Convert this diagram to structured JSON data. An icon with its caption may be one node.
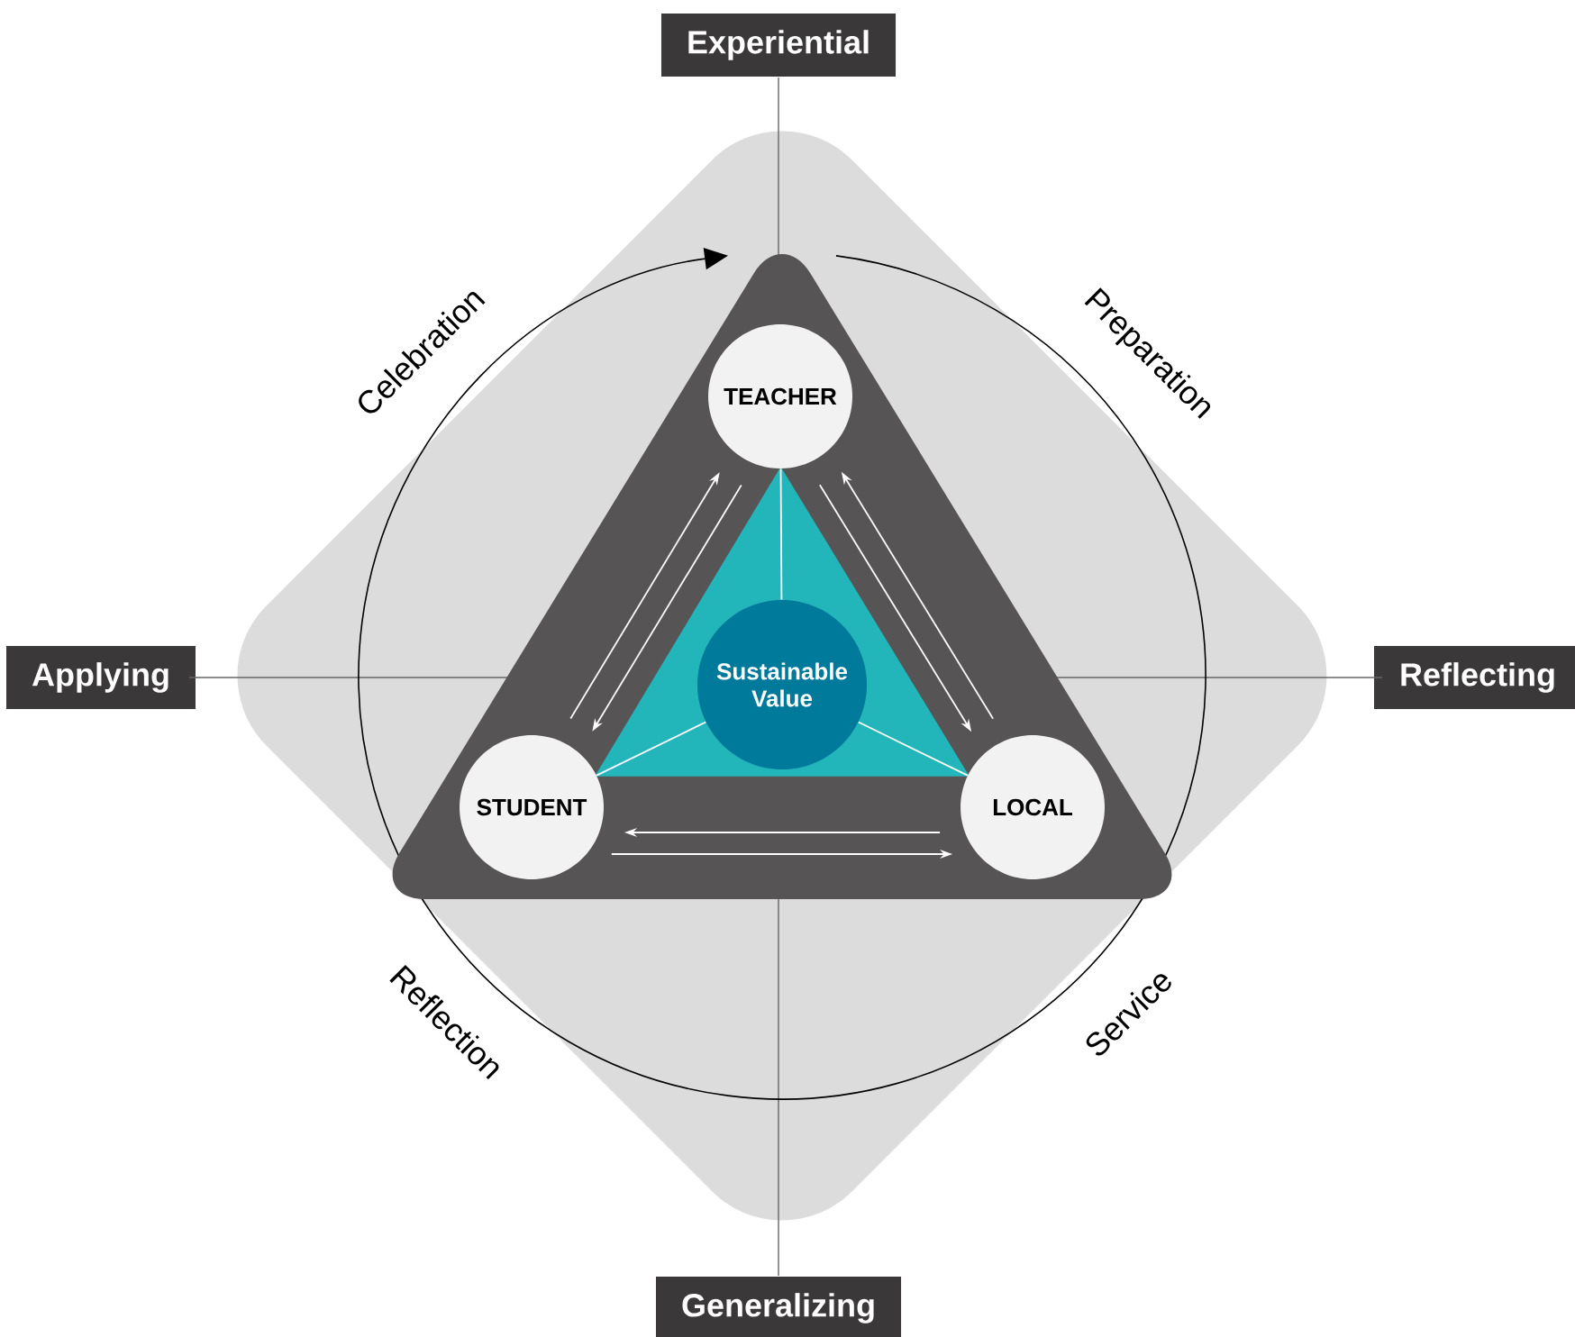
{
  "diagram": {
    "nodes": [
      {
        "text": [
          "Experiential"
        ]
      },
      {
        "text": [
          "Applying"
        ]
      },
      {
        "text": [
          "Reflecting"
        ]
      },
      {
        "text": [
          "Generalizing"
        ]
      },
      {
        "text": [
          "TEACHER"
        ]
      },
      {
        "text": [
          "STUDENT"
        ]
      },
      {
        "text": [
          "LOCAL"
        ]
      },
      {
        "text": [
          "Sustainable Value"
        ]
      }
    ],
    "edges": [
      {
        "from": 5,
        "to": 4,
        "arrow": "to"
      },
      {
        "from": 4,
        "to": 5,
        "arrow": "to"
      },
      {
        "from": 4,
        "to": 6,
        "arrow": "to"
      },
      {
        "from": 6,
        "to": 4,
        "arrow": "to"
      },
      {
        "from": 6,
        "to": 5,
        "arrow": "to"
      },
      {
        "from": 5,
        "to": 6,
        "arrow": "to"
      },
      {
        "from": 7,
        "to": 4,
        "arrow": "none"
      },
      {
        "from": 7,
        "to": 5,
        "arrow": "none"
      },
      {
        "from": 7,
        "to": 6,
        "arrow": "none"
      }
    ],
    "labels": [
      "Celebration",
      "Preparation",
      "Reflection",
      "Service"
    ]
  }
}
